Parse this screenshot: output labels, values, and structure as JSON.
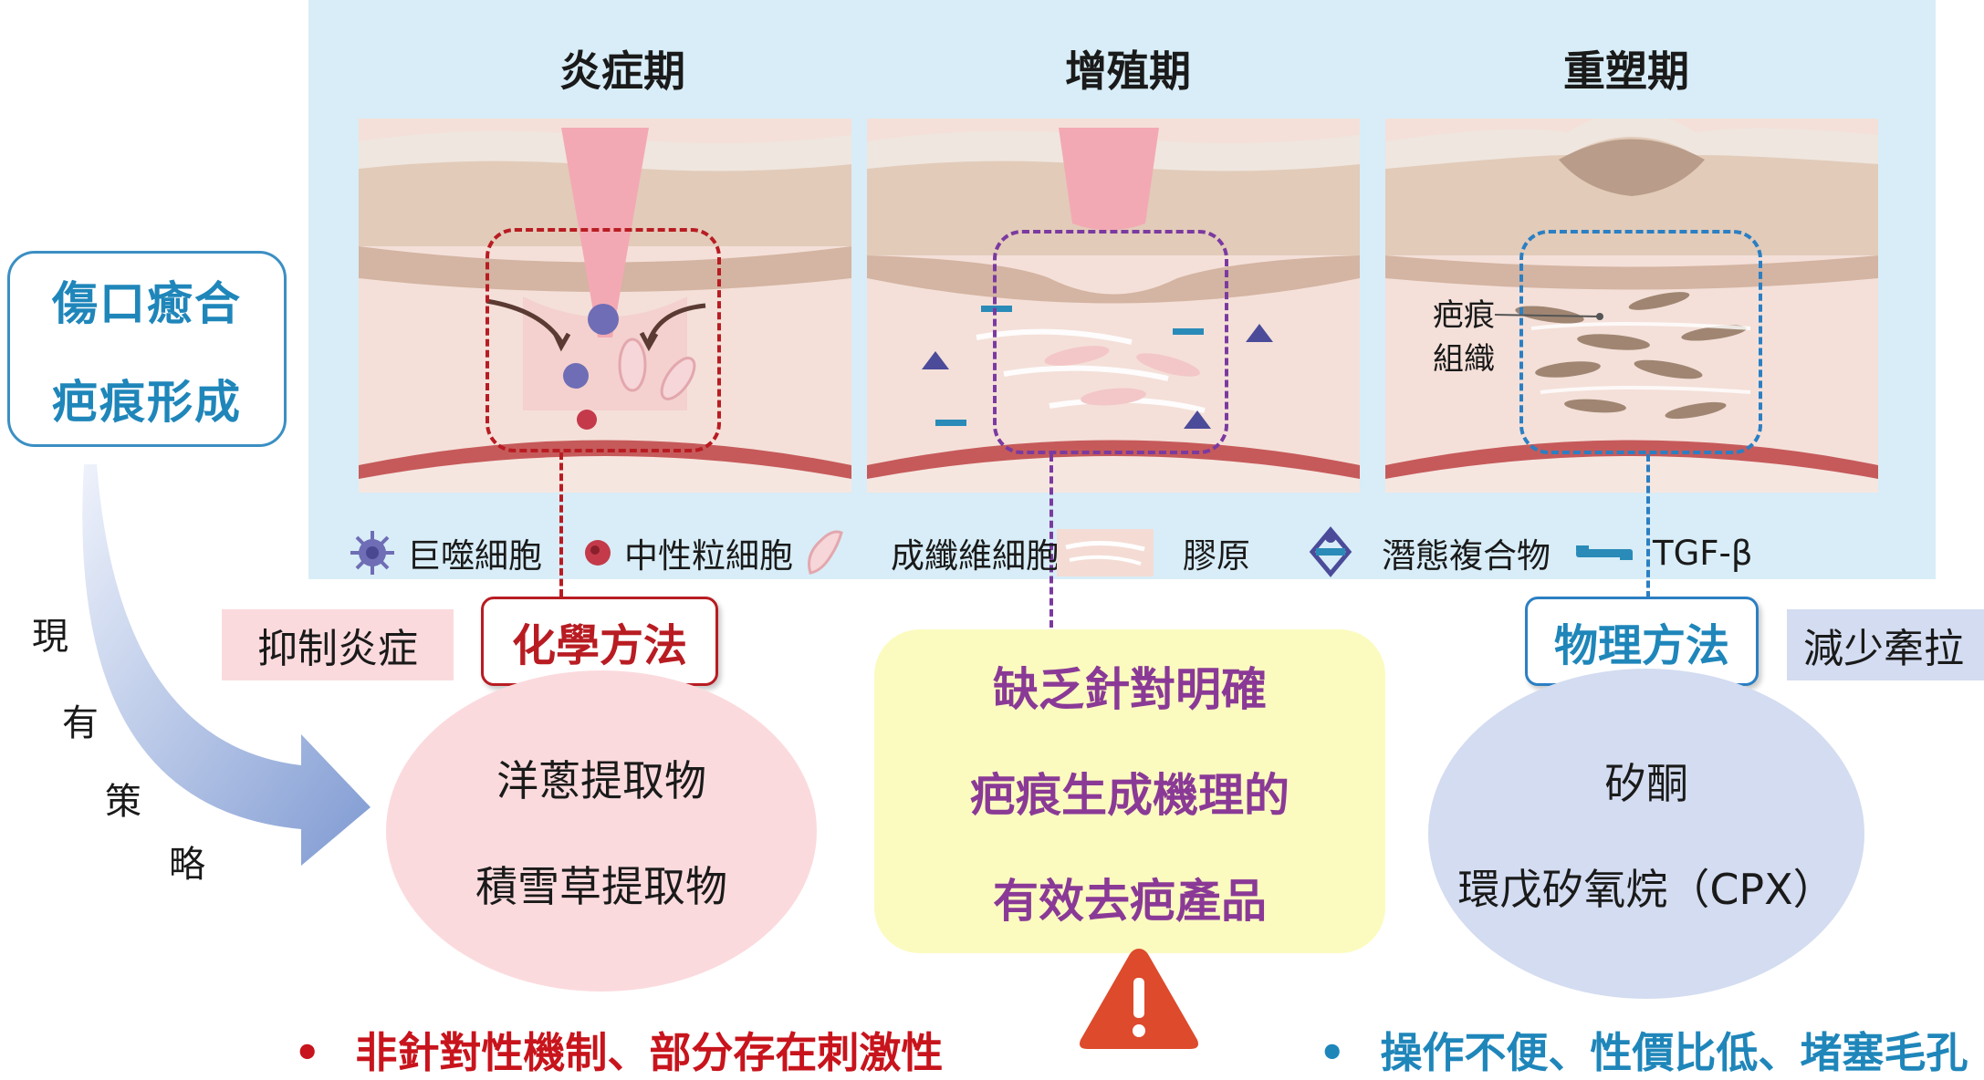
{
  "stages": [
    {
      "title": "炎症期"
    },
    {
      "title": "增殖期"
    },
    {
      "title": "重塑期"
    }
  ],
  "scar_label_line1": "疤痕",
  "scar_label_line2": "組織",
  "legend": [
    {
      "label": "巨噬細胞",
      "icon": "macrophage-icon"
    },
    {
      "label": "中性粒細胞",
      "icon": "neutrophil-icon"
    },
    {
      "label": "成纖維細胞",
      "icon": "fibroblast-icon"
    },
    {
      "label": "膠原",
      "icon": "collagen-icon"
    },
    {
      "label": "潛態複合物",
      "icon": "latent-complex-icon"
    },
    {
      "label": "TGF-β",
      "icon": "tgf-beta-icon"
    }
  ],
  "left_box": {
    "line1": "傷口癒合",
    "line2": "疤痕形成"
  },
  "strategy_label": [
    "現",
    "有",
    "策",
    "略"
  ],
  "chemical": {
    "tag": "抑制炎症",
    "title": "化學方法",
    "items": [
      "洋蔥提取物",
      "積雪草提取物"
    ],
    "drawback": "非針對性機制、部分存在刺激性"
  },
  "center": {
    "lines": [
      "缺乏針對明確",
      "疤痕生成機理的",
      "有效去疤產品"
    ]
  },
  "physical": {
    "title": "物理方法",
    "tag": "減少牽拉",
    "items": [
      "矽酮",
      "環戊矽氧烷（CPX）"
    ],
    "drawback": "操作不便、性價比低、堵塞毛孔"
  },
  "colors": {
    "panel_bg": "#d8edf7",
    "chemical_red": "#b81c22",
    "chemical_fill": "#fbdadd",
    "proliferation_purple": "#7b3aa0",
    "remodel_blue": "#2b7fc3",
    "physical_fill": "#d3dcf0",
    "center_fill": "#fbfbc0",
    "center_text": "#8a3a96",
    "warning": "#dd4a2c"
  }
}
